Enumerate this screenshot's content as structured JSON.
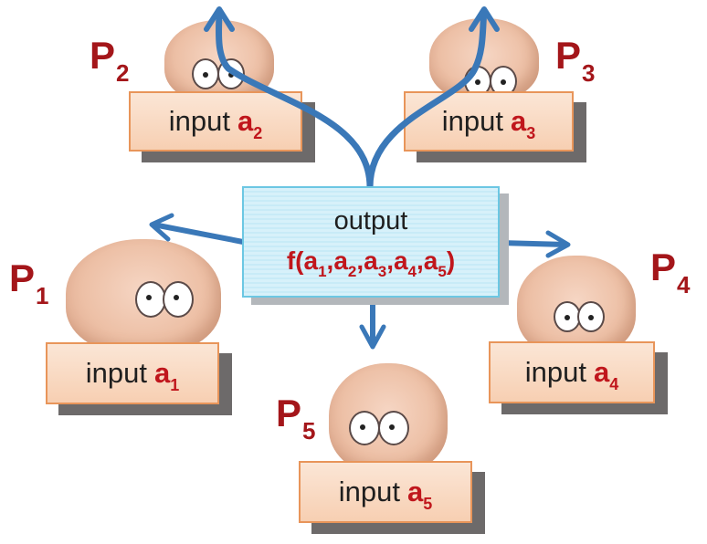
{
  "parties": [
    {
      "letter": "P",
      "index": "1",
      "input_word": "input",
      "input_var": "a",
      "input_index": "1"
    },
    {
      "letter": "P",
      "index": "2",
      "input_word": "input",
      "input_var": "a",
      "input_index": "2"
    },
    {
      "letter": "P",
      "index": "3",
      "input_word": "input",
      "input_var": "a",
      "input_index": "3"
    },
    {
      "letter": "P",
      "index": "4",
      "input_word": "input",
      "input_var": "a",
      "input_index": "4"
    },
    {
      "letter": "P",
      "index": "5",
      "input_word": "input",
      "input_var": "a",
      "input_index": "5"
    }
  ],
  "output": {
    "title": "output",
    "function_name": "f(",
    "args": [
      {
        "var": "a",
        "index": "1",
        "sep": ","
      },
      {
        "var": "a",
        "index": "2",
        "sep": ","
      },
      {
        "var": "a",
        "index": "3",
        "sep": ","
      },
      {
        "var": "a",
        "index": "4",
        "sep": ","
      },
      {
        "var": "a",
        "index": "5",
        "sep": ""
      }
    ],
    "close": ")"
  },
  "colors": {
    "party_label": "#a4161a",
    "variable": "#c0161c",
    "arrow": "#3a78b8",
    "input_box_border": "#e8955a",
    "output_box_border": "#6cc7e3"
  },
  "icons": [
    "cartoon-character-illustration",
    "arrow-icon"
  ]
}
